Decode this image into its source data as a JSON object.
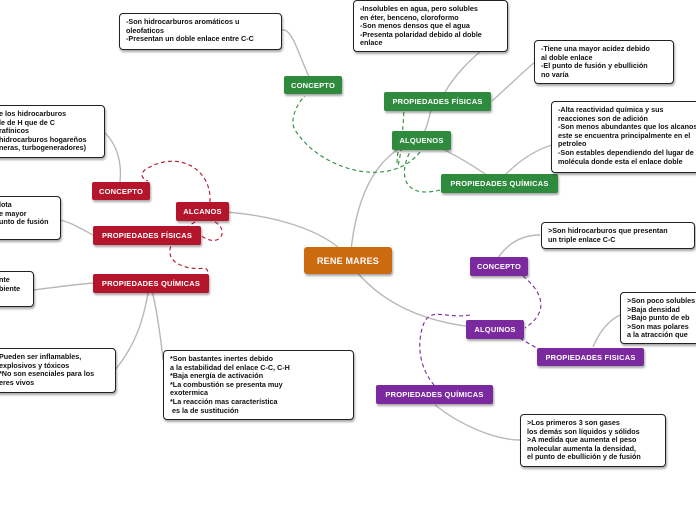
{
  "center": {
    "label": "RENE MARES",
    "color": "#cc6a10"
  },
  "colors": {
    "green": "#2e8b3e",
    "red": "#b5152b",
    "purple": "#7a2a9e",
    "line": "#b8b8b8"
  },
  "alquenos": {
    "main": "ALQUENOS",
    "concepto": "CONCEPTO",
    "fisicas": "PROPIEDADES FÍSICAS",
    "quimicas": "PROPIEDADES QUÍMICAS",
    "note_concepto": "-Son hidrocarburos aromáticos u\noleofaticos\n-Presentan un doble enlace entre C-C",
    "note_fisicas_1": "-Insolubles en agua, pero solubles\nen éter, benceno, cloroformo\n-Son menos densos que el agua\n-Presenta polaridad debido al doble\nenlace",
    "note_fisicas_2": "-Tiene una mayor acidez debido\nal doble enlace\n-El punto de fusión y ebullición\nno varía",
    "note_quimicas": "-Alta reactividad química y sus\nreacciones son de adición\n-Son menos abundantes que los alcanos\neste se encuentra principalmente en el\npetroleo\n-Son estables dependiendo del lugar de la\nmolécula donde esta el enlace doble"
  },
  "alcanos": {
    "main": "ALCANOS",
    "concepto": "CONCEPTO",
    "fisicas": "PROPIEDADES FÍSICAS",
    "quimicas": "PROPIEDADES QUÍMICAS",
    "note_concepto": "e los hidrocarburos\nle de H que de C\nrafínicos\nhidrocarburos hogareños\nneras, turbogeneradores)",
    "note_fisicas": "lota\ne mayor\nunto de fusión",
    "note_quimicas_1": "nte\nbiente",
    "note_quimicas_2": "Pueden ser inflamables,\nexplosivos y tóxicos\n*No son esenciales para los\neres vivos",
    "note_quimicas_3": "*Son bastantes inertes debido\na la estabilidad del enlace C-C, C-H\n*Baja energía de activación\n*La combustión se presenta muy\nexotermica\n*La reacción mas característica\n es la de sustitución"
  },
  "alquinos": {
    "main": "ALQUINOS",
    "concepto": "CONCEPTO",
    "fisicas": "PROPIEDADES FISICAS",
    "quimicas": "PROPIEDADES QUÍMICAS",
    "note_concepto": ">Son hidrocarburos que presentan\nun triple enlace C-C",
    "note_fisicas": ">Son poco solubles\n>Baja densidad\n>Bajo punto de eb\n>Son mas polares\na la atracción que",
    "note_quimicas": ">Los primeros 3 son gases\nlos demás son líquidos y sólidos\n>A medida que aumenta el peso\nmolecular aumenta la densidad,\nel punto de ebullición y de fusión"
  }
}
